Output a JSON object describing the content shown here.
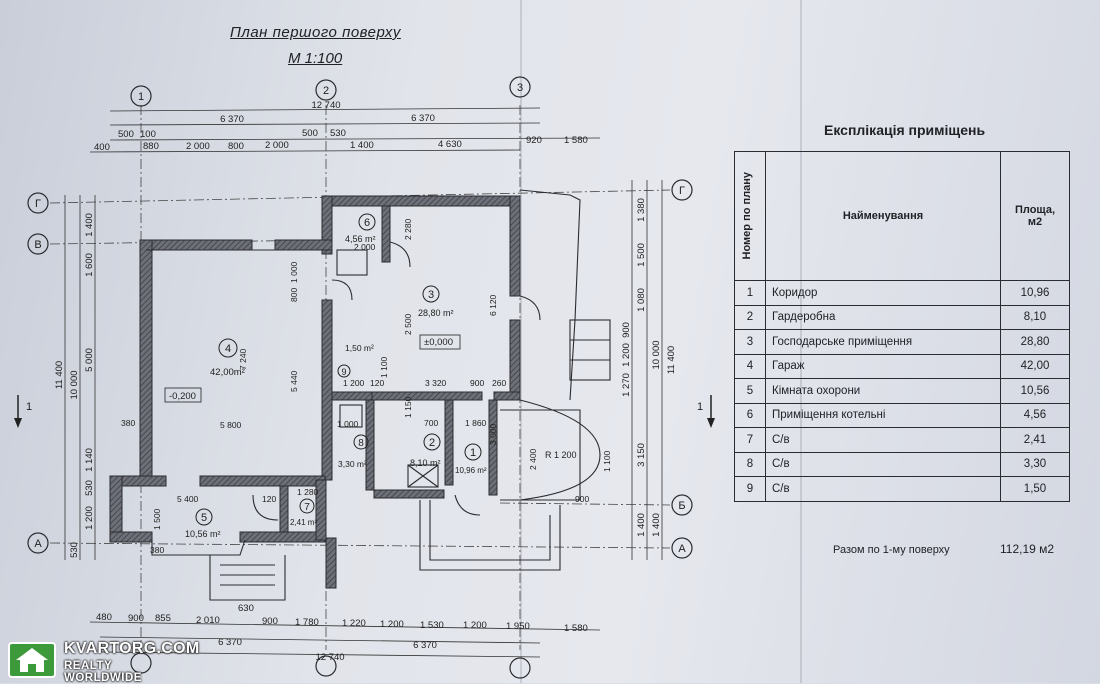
{
  "plan": {
    "title": "План першого поверху",
    "scale": "М 1:100",
    "axes": {
      "vertical": [
        "1",
        "2",
        "3"
      ],
      "horizontal_left": [
        "Г",
        "В",
        "А"
      ],
      "horizontal_right": [
        "Г",
        "Б",
        "А"
      ]
    },
    "section_mark": "1",
    "dimensions_top": {
      "overall": "12 740",
      "halves": [
        "6 370",
        "6 370"
      ],
      "row2": [
        "500",
        "100",
        "500",
        "530",
        "920",
        "1 580"
      ],
      "row3": [
        "400",
        "880",
        "2 000",
        "800",
        "2 000",
        "1 400",
        "4 630"
      ]
    },
    "dimensions_bottom": {
      "row1": [
        "480",
        "900",
        "855",
        "2 010",
        "900",
        "1 780",
        "1 220",
        "1 200",
        "1 530",
        "1 200",
        "1 950",
        "1 580"
      ],
      "extra": "630",
      "halves": [
        "6 370",
        "6 370"
      ],
      "overall": "12 740"
    },
    "dimensions_left": [
      "1 400",
      "1 600",
      "5 000",
      "1 140",
      "530",
      "1 200",
      "530"
    ],
    "dimensions_left_totals": [
      "11 400",
      "10 000"
    ],
    "dimensions_right": [
      "1 380",
      "1 500",
      "1 080",
      "900",
      "1 200",
      "1 270",
      "3 150",
      "1 400",
      "1 400"
    ],
    "dimensions_right_totals": [
      "10 000",
      "11 400"
    ],
    "interior_dims": [
      "2 280",
      "2 000",
      "1 000",
      "800",
      "7 240",
      "5 440",
      "2 500",
      "6 120",
      "1 100",
      "3 320",
      "900",
      "260",
      "1 200",
      "120",
      "380",
      "5 800",
      "1 000",
      "1 150",
      "700",
      "1 860",
      "3 000",
      "2 400",
      "1 100",
      "5 400",
      "1 500",
      "1 280",
      "900",
      "380",
      "120"
    ],
    "levels": [
      "±0,000",
      "-0,200"
    ],
    "stair_dim": "R 1 200",
    "rooms": [
      {
        "num": "1",
        "area": "10,96 m²"
      },
      {
        "num": "2",
        "area": "8,10 m²"
      },
      {
        "num": "3",
        "area": "28,80 m²"
      },
      {
        "num": "4",
        "area": "42,00m²"
      },
      {
        "num": "5",
        "area": "10,56 m²"
      },
      {
        "num": "6",
        "area": "4,56 m²"
      },
      {
        "num": "7",
        "area": "2,41 m²"
      },
      {
        "num": "8",
        "area": "3,30 m²"
      },
      {
        "num": "9",
        "area": "1,50 m²"
      }
    ]
  },
  "explication": {
    "title": "Експлікація приміщень",
    "headers": {
      "num": "Номер по плану",
      "name": "Найменування",
      "area": "Площа, м2"
    },
    "rows": [
      {
        "num": "1",
        "name": "Коридор",
        "area": "10,96"
      },
      {
        "num": "2",
        "name": "Гардеробна",
        "area": "8,10"
      },
      {
        "num": "3",
        "name": "Господарське приміщення",
        "area": "28,80"
      },
      {
        "num": "4",
        "name": "Гараж",
        "area": "42,00"
      },
      {
        "num": "5",
        "name": "Кімната охорони",
        "area": "10,56"
      },
      {
        "num": "6",
        "name": "Приміщення котельні",
        "area": "4,56"
      },
      {
        "num": "7",
        "name": "С/в",
        "area": "2,41"
      },
      {
        "num": "8",
        "name": "С/в",
        "area": "3,30"
      },
      {
        "num": "9",
        "name": "С/в",
        "area": "1,50"
      }
    ],
    "total_label": "Разом по 1-му поверху",
    "total_value": "112,19 м2"
  },
  "watermark": {
    "line1": "KVARTORG.COM",
    "line2": "REALTY WORLDWIDE",
    "colors": {
      "green": "#3d9a3a",
      "white": "#ffffff"
    }
  }
}
